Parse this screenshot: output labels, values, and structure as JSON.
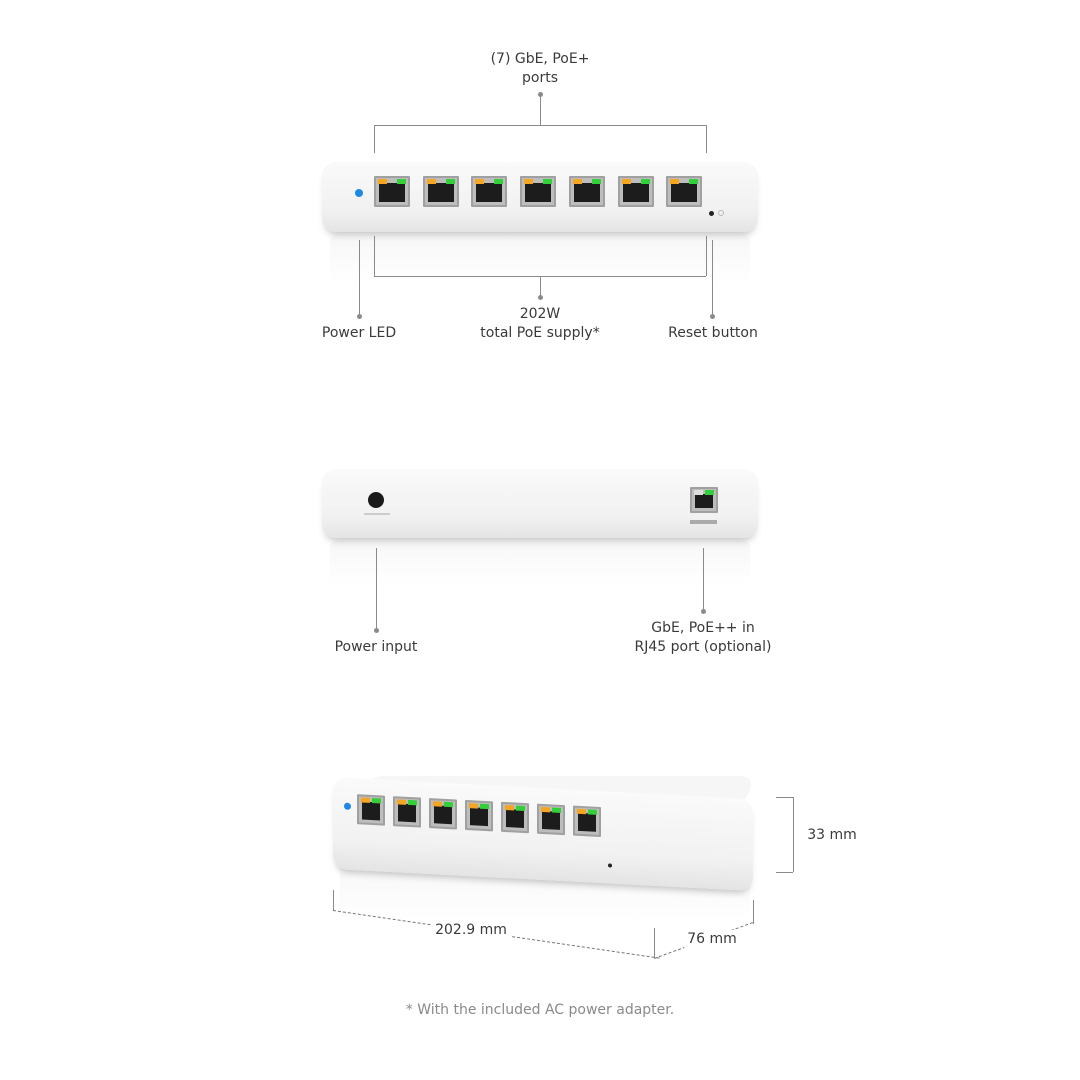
{
  "front_view": {
    "ports_label": [
      "(7) GbE, PoE+",
      "ports"
    ],
    "power_led_label": "Power LED",
    "poe_supply_label": [
      "202W",
      "total PoE supply*"
    ],
    "reset_button_label": "Reset button",
    "port_count": 7
  },
  "rear_view": {
    "power_input_label": "Power input",
    "uplink_label": [
      "GbE, PoE++ in",
      "RJ45 port (optional)"
    ]
  },
  "dimensions": {
    "height": "33 mm",
    "width": "202.9 mm",
    "depth": "76 mm"
  },
  "footnote": "* With the included AC power adapter.",
  "colors": {
    "led": "#1e88e5",
    "port_amber": "#f4a623",
    "port_green": "#34d03a"
  }
}
